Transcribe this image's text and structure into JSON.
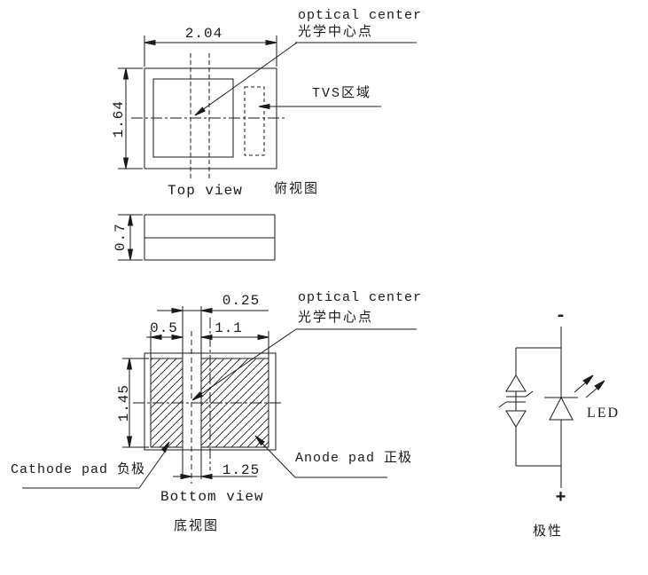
{
  "colors": {
    "line": "#1a1a1a",
    "background": "#ffffff"
  },
  "top_view": {
    "dim_width": "2.04",
    "dim_height": "1.64",
    "optical_center_line1": "optical center",
    "optical_center_line2": "光学中心点",
    "tvs_area_label": "TVS区域",
    "caption_en": "Top view",
    "caption_cn": "俯视图"
  },
  "side_view": {
    "dim_thickness": "0.7"
  },
  "bottom_view": {
    "dim_center_offset": "0.25",
    "dim_cathode_width": "0.5",
    "dim_anode_width": "1.1",
    "dim_pad_height": "1.45",
    "dim_anode_span": "1.25",
    "optical_center_line1": "optical center",
    "optical_center_line2": "光学中心点",
    "cathode_label": "Cathode pad 负极",
    "anode_label": "Anode pad 正极",
    "caption_en": "Bottom view",
    "caption_cn": "底视图"
  },
  "circuit": {
    "negative_terminal": "-",
    "positive_terminal": "+",
    "led_label": "LED",
    "caption": "极性"
  }
}
